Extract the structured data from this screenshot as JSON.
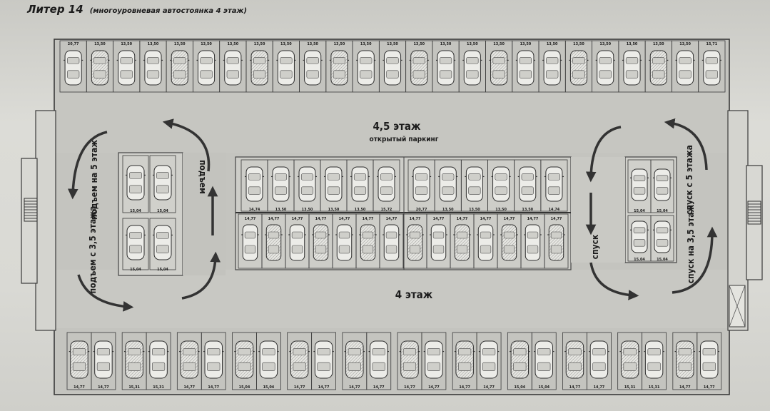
{
  "title": {
    "main": "Литер 14",
    "subtitle": "(многоуровневая автостоянка 4 этаж)"
  },
  "labels": {
    "upper_floor": "4,5 этаж",
    "open_parking": "открытый паркинг",
    "lower_floor": "4 этаж",
    "ramp_up_to_5": "подъем на 5 этаж",
    "ramp_up_from_35": "подъем с 3,5 этажа",
    "ramp_up": "подъем",
    "ramp_down_to_5": "спуск с 5 этажа",
    "ramp_down_to_35": "спуск на 3,5 этаж",
    "ramp_down": "спуск"
  },
  "top_row_areas": [
    "20,77",
    "13,50",
    "13,50",
    "13,50",
    "13,50",
    "13,50",
    "13,50",
    "13,50",
    "13,50",
    "13,50",
    "13,50",
    "13,50",
    "13,50",
    "13,50",
    "13,50",
    "13,50",
    "13,50",
    "13,50",
    "13,50",
    "13,50",
    "13,50",
    "13,50",
    "13,50",
    "13,50",
    "15,71"
  ],
  "left_ramp_areas": [
    "15,04",
    "15,04",
    "15,04",
    "15,04"
  ],
  "right_ramp_areas": [
    "15,04",
    "15,04",
    "15,04",
    "15,04"
  ],
  "center_upper_areas": [
    "14,74",
    "13,50",
    "13,50",
    "13,50",
    "13,50",
    "15,72",
    "20,77",
    "13,50",
    "13,50",
    "13,50",
    "13,50",
    "14,74"
  ],
  "center_lower_areas": [
    "14,77",
    "14,77",
    "14,77",
    "14,77",
    "14,77",
    "14,77",
    "14,77",
    "14,77",
    "14,77",
    "14,77",
    "14,77",
    "14,77",
    "14,77",
    "14,77"
  ],
  "bottom_row_areas": [
    "14,77",
    "14,77",
    "15,31",
    "15,31",
    "14,77",
    "14,77",
    "15,04",
    "15,04",
    "14,77",
    "14,77",
    "14,77",
    "14,77",
    "14,77",
    "14,77",
    "14,77",
    "14,77",
    "15,04",
    "15,04",
    "14,77",
    "14,77",
    "15,31",
    "15,31",
    "14,77",
    "14,77"
  ]
}
